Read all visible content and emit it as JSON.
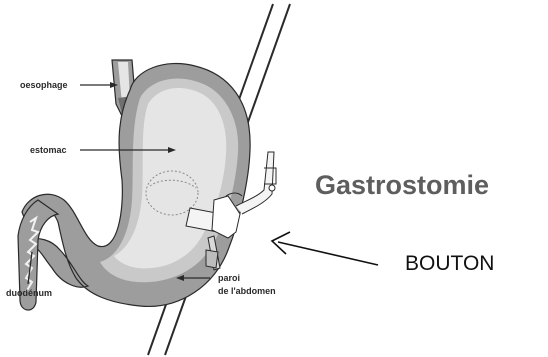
{
  "labels": {
    "oesophagus": "oesophage",
    "stomach": "estomac",
    "duodenum": "duodénum",
    "wall_line1": "paroi",
    "wall_line2": "de l'abdomen",
    "title": "Gastrostomie",
    "button": "BOUTON"
  },
  "colors": {
    "stomach_wall": "#9d9d9d",
    "stomach_inner": "#e5e5e5",
    "mucosa": "#c9c9c9",
    "outline": "#2a2a2a",
    "title": "#5e5e5e"
  }
}
